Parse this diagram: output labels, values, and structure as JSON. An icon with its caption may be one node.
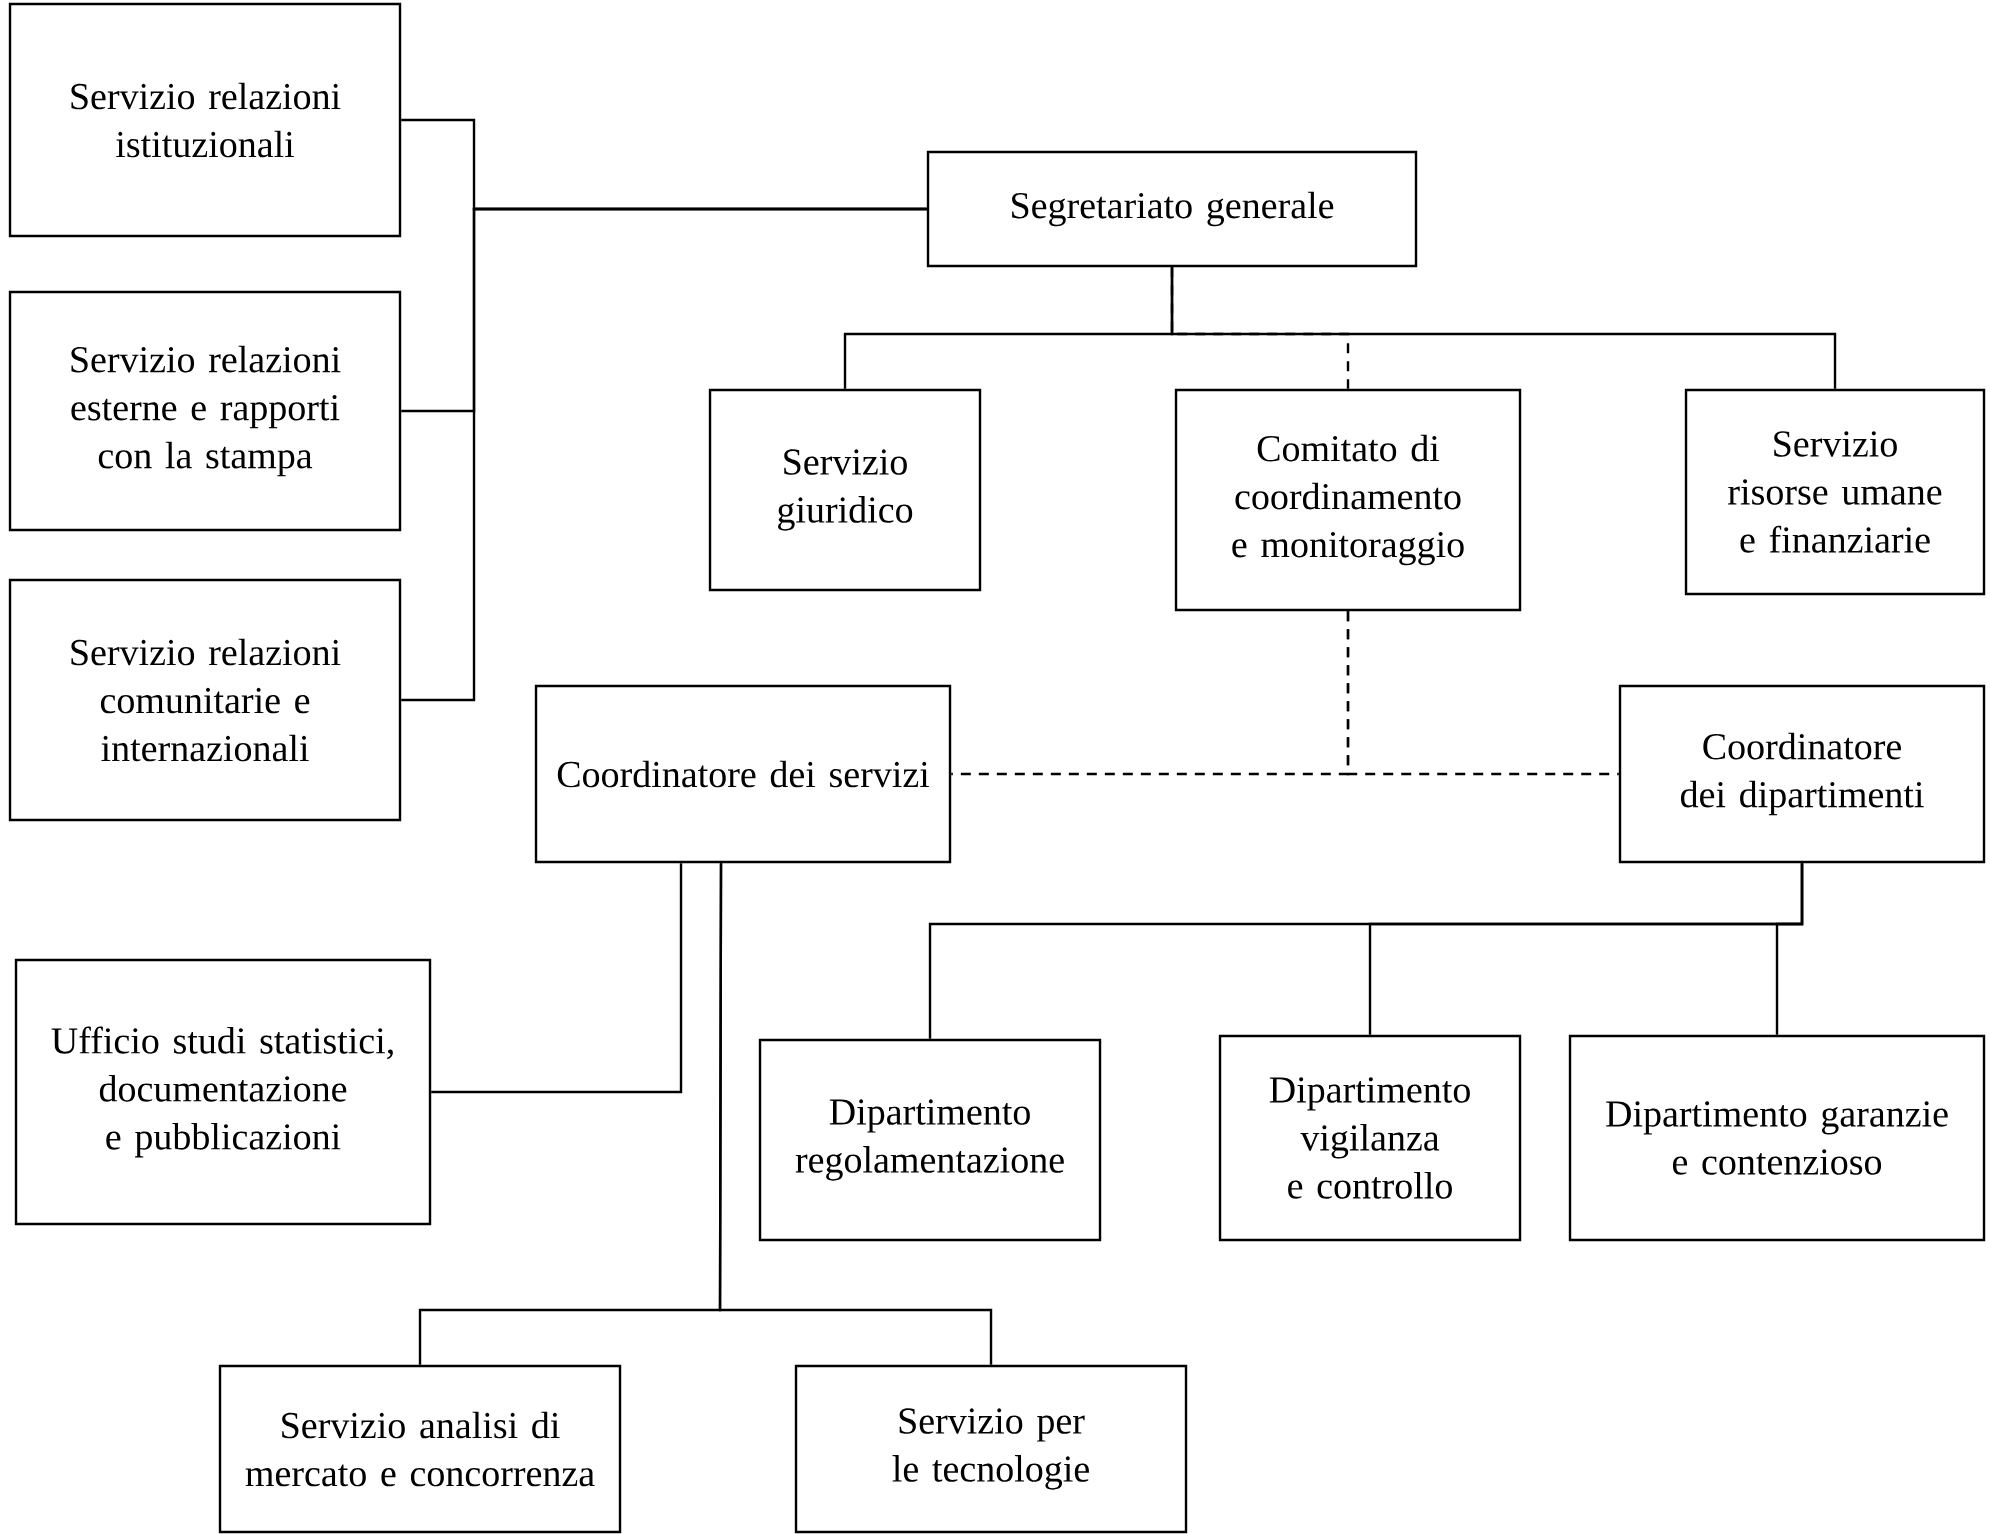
{
  "diagram": {
    "nodes": [
      {
        "text": [
          "Segretariato generale"
        ]
      },
      {
        "text": [
          "Servizio relazioni istituzionali"
        ]
      },
      {
        "text": [
          "Servizio relazioni esterne e rapporti con la stampa"
        ]
      },
      {
        "text": [
          "Servizio relazioni comunitarie e internazionali"
        ]
      },
      {
        "text": [
          "Servizio giuridico"
        ]
      },
      {
        "text": [
          "Comitato di coordinamento e monitoraggio"
        ]
      },
      {
        "text": [
          "Servizio risorse umane e finanziarie"
        ]
      },
      {
        "text": [
          "Coordinatore dei servizi"
        ]
      },
      {
        "text": [
          "Coordinatore dei dipartimenti"
        ]
      },
      {
        "text": [
          "Ufficio studi statistici, documentazione e pubblicazioni"
        ]
      },
      {
        "text": [
          "Dipartimento regolamentazione"
        ]
      },
      {
        "text": [
          "Dipartimento vigilanza e controllo"
        ]
      },
      {
        "text": [
          "Dipartimento garanzie e contenzioso"
        ]
      },
      {
        "text": [
          "Servizio analisi di mercato e concorrenza"
        ]
      },
      {
        "text": [
          "Servizio per le tecnologie"
        ]
      }
    ],
    "edges": [
      {
        "from": 0,
        "to": 1,
        "arrow": "none"
      },
      {
        "from": 0,
        "to": 2,
        "arrow": "none"
      },
      {
        "from": 0,
        "to": 3,
        "arrow": "none"
      },
      {
        "from": 0,
        "to": 4,
        "arrow": "none"
      },
      {
        "from": 0,
        "to": 5,
        "arrow": "none",
        "style": "dashed"
      },
      {
        "from": 0,
        "to": 6,
        "arrow": "none"
      },
      {
        "from": 5,
        "to": 7,
        "arrow": "none",
        "style": "dashed"
      },
      {
        "from": 5,
        "to": 8,
        "arrow": "none",
        "style": "dashed"
      },
      {
        "from": 8,
        "to": 10,
        "arrow": "none"
      },
      {
        "from": 8,
        "to": 11,
        "arrow": "none"
      },
      {
        "from": 8,
        "to": 12,
        "arrow": "none"
      },
      {
        "from": 7,
        "to": 9,
        "arrow": "none"
      },
      {
        "from": 7,
        "to": 13,
        "arrow": "none"
      },
      {
        "from": 7,
        "to": 14,
        "arrow": "none"
      }
    ]
  }
}
